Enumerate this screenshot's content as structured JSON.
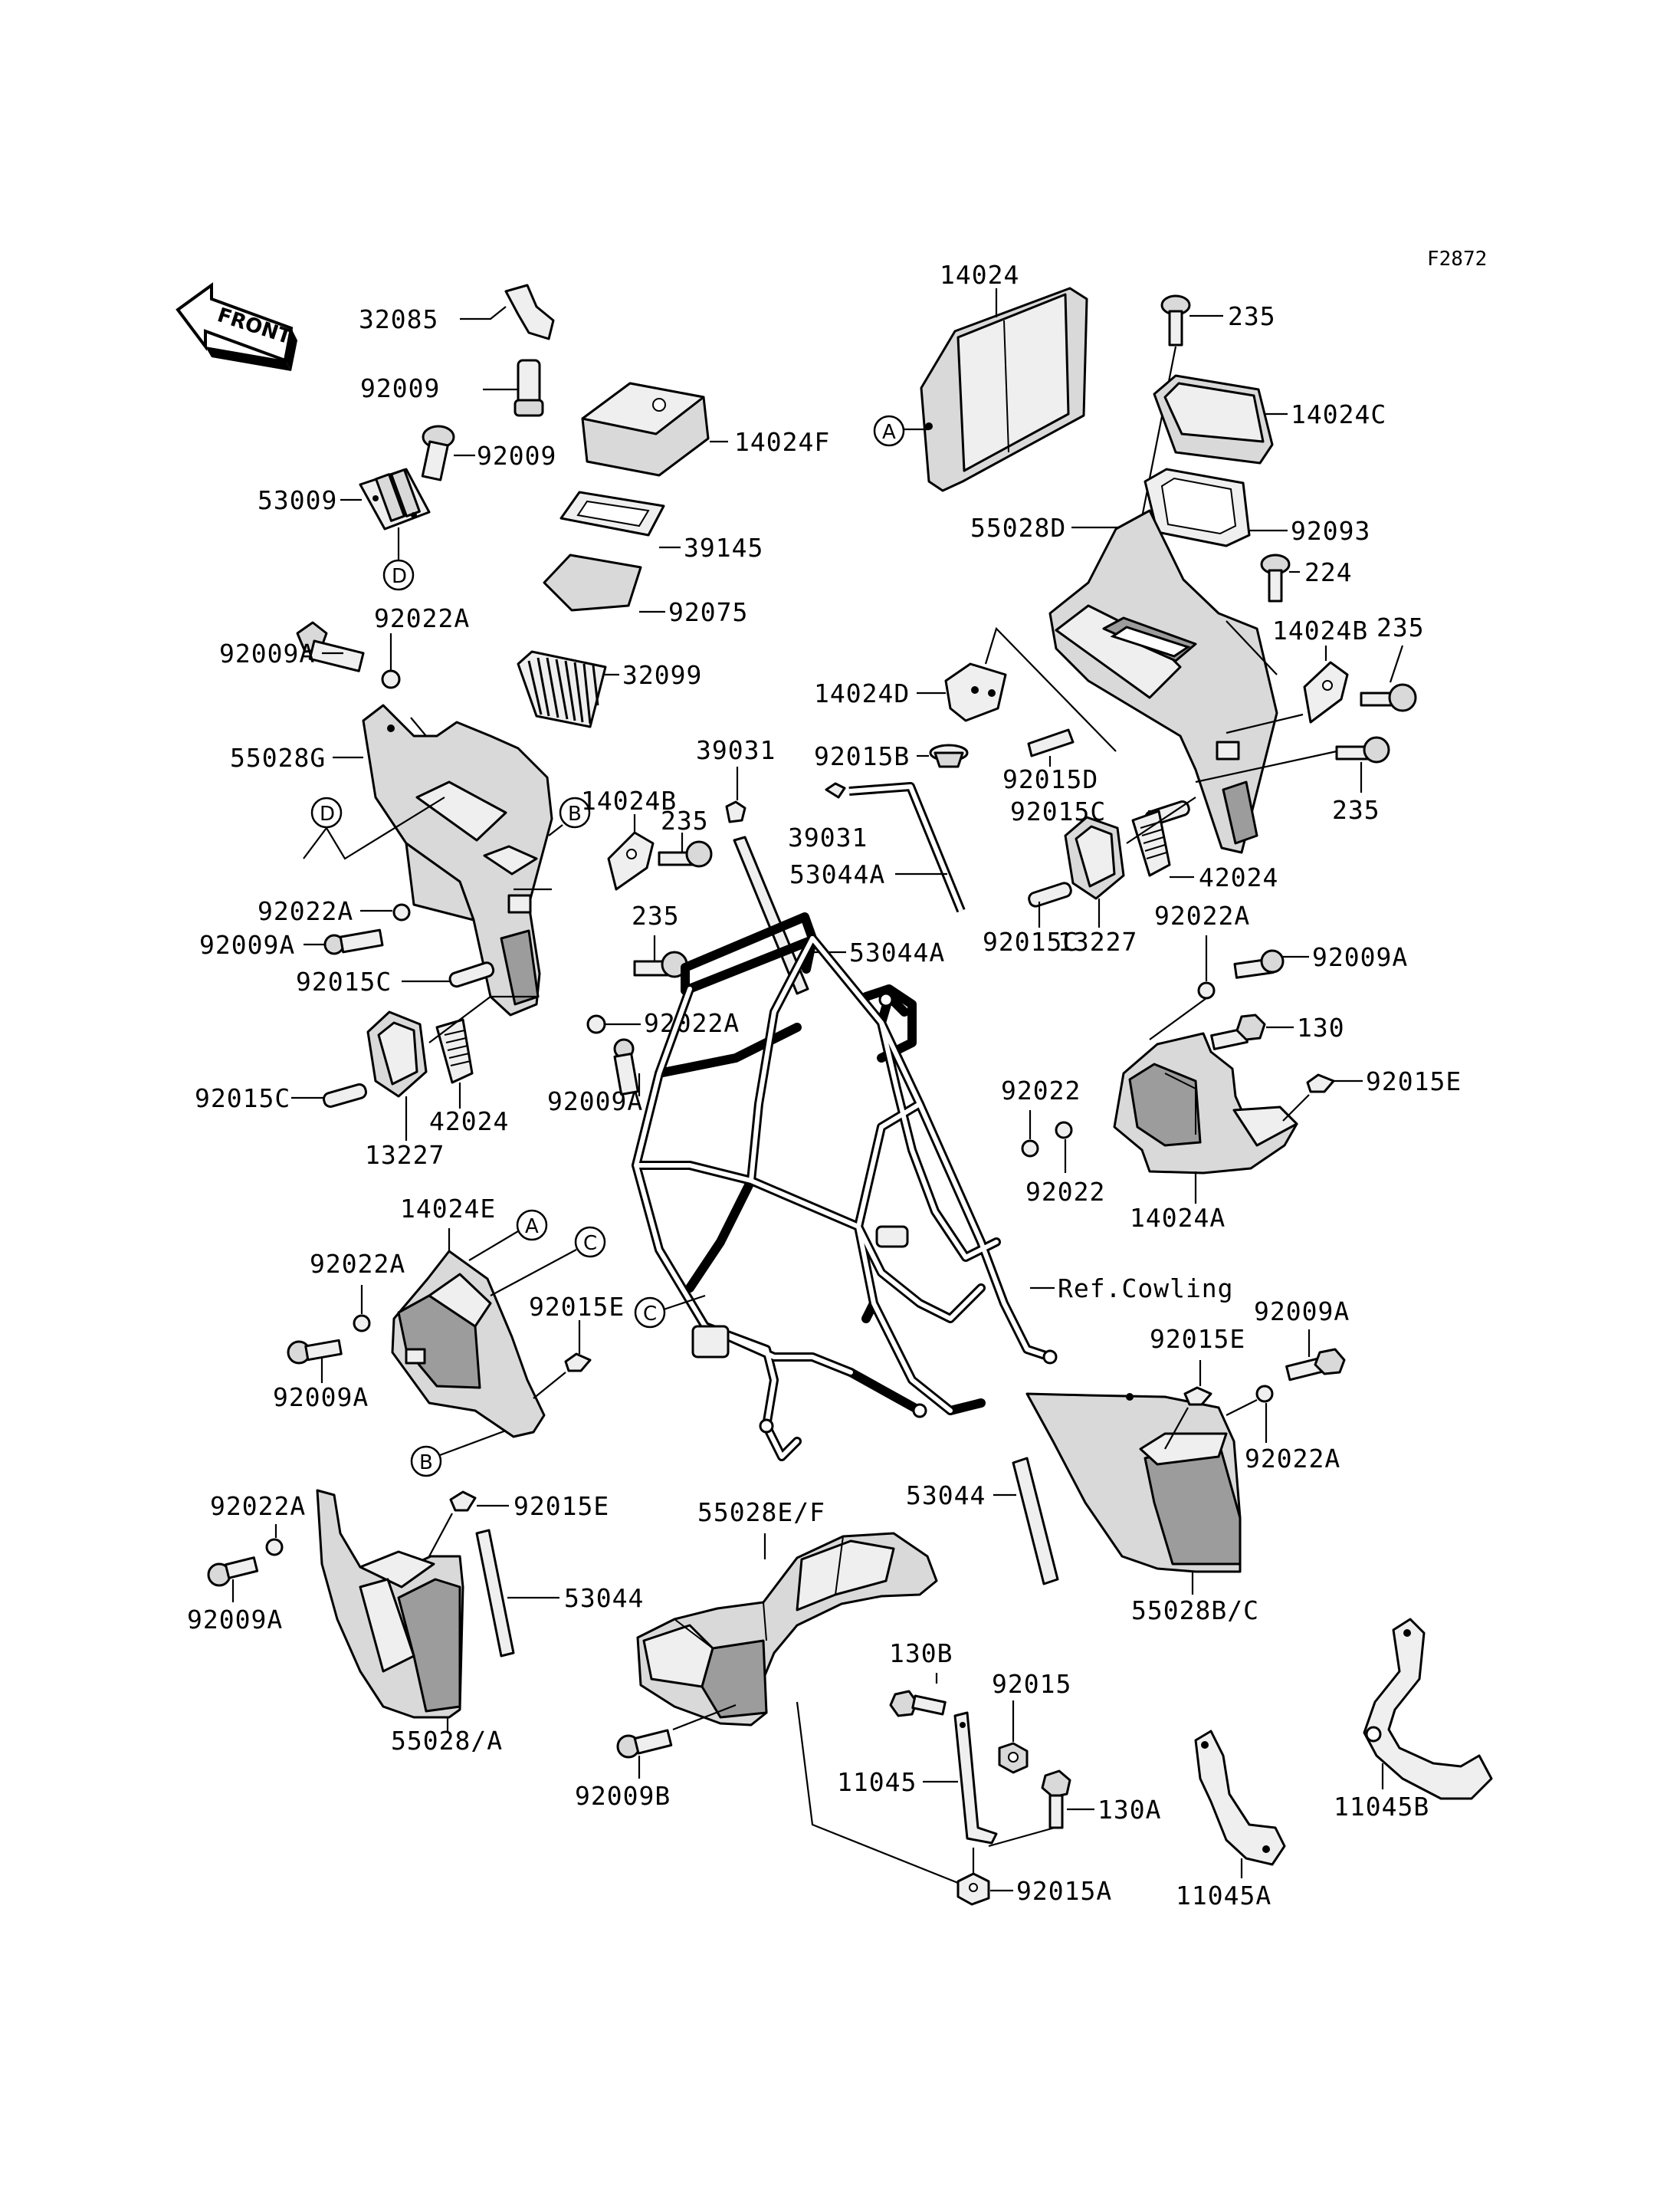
{
  "figure_code": "F2872",
  "front_indicator": "FRONT",
  "part_labels": {
    "p32085": "32085",
    "p92009_top": "92009",
    "p92009_mid": "92009",
    "p53009": "53009",
    "p14024F": "14024F",
    "p39145": "39145",
    "p92075": "92075",
    "p32099": "32099",
    "p92009A_1": "92009A",
    "p92022A_1": "92022A",
    "p55028G": "55028G",
    "p14024B_left": "14024B",
    "p235_left1": "235",
    "p39031_top": "39031",
    "p39031_bot": "39031",
    "p92015B": "92015B",
    "p53044A_1": "53044A",
    "p53044A_2": "53044A",
    "p92022A_2": "92022A",
    "p92009A_2": "92009A",
    "p92015C_1": "92015C",
    "p235_left2": "235",
    "p92022A_3": "92022A",
    "p92015C_2": "92015C",
    "p42024_left": "42024",
    "p13227_left": "13227",
    "p92009A_3": "92009A",
    "p14024": "14024",
    "p235_top": "235",
    "p14024C": "14024C",
    "p55028D": "55028D",
    "p92093": "92093",
    "p224": "224",
    "p14024D": "14024D",
    "p14024B_right": "14024B",
    "p235_right1": "235",
    "p92015D": "92015D",
    "p92015C_3": "92015C",
    "p235_right2": "235",
    "p42024_right": "42024",
    "p13227_right": "13227",
    "p92015C_4": "92015C",
    "p92022A_4": "92022A",
    "p92009A_4": "92009A",
    "p130": "130",
    "p92022_1": "92022",
    "p92015E_1": "92015E",
    "p92022_2": "92022",
    "p14024A": "14024A",
    "p14024E": "14024E",
    "p92022A_5": "92022A",
    "p92015E_2": "92015E",
    "p92009A_5": "92009A",
    "ref_cowling": "Ref.Cowling",
    "p92015E_3": "92015E",
    "p92009A_6": "92009A",
    "p92022A_6": "92022A",
    "p53044_right": "53044",
    "p55028BC": "55028B/C",
    "p92022A_7": "92022A",
    "p92015E_4": "92015E",
    "p53044_left": "53044",
    "p92009A_7": "92009A",
    "p55028A": "55028/A",
    "p55028EF": "55028E/F",
    "p130B": "130B",
    "p92015": "92015",
    "p11045": "11045",
    "p130A": "130A",
    "p92009B": "92009B",
    "p92015A": "92015A",
    "p11045A": "11045A",
    "p11045B": "11045B"
  },
  "callouts": {
    "A1": "A",
    "A2": "A",
    "B1": "B",
    "B2": "B",
    "C1": "C",
    "C2": "C",
    "D1": "D",
    "D2": "D"
  }
}
